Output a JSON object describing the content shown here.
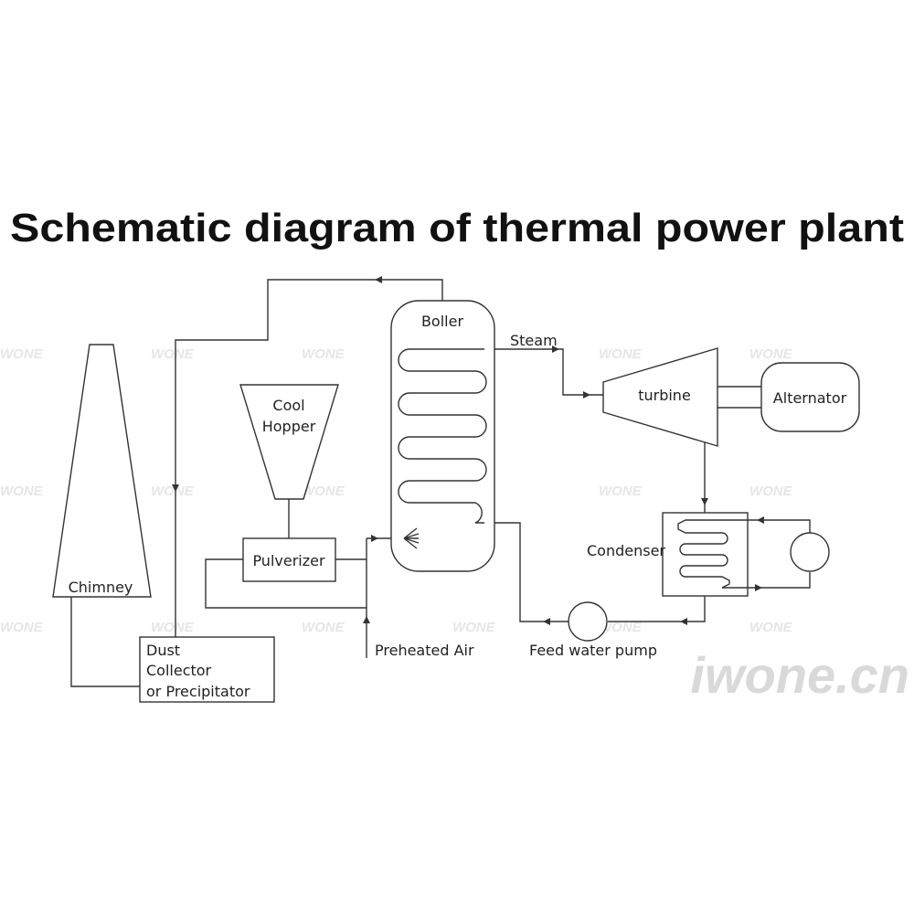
{
  "title": "Schematic diagram of thermal power plant",
  "watermark": "WONE",
  "brand": "iwone.cn",
  "labels": {
    "chimney": "Chimney",
    "hopper_line1": "Cool",
    "hopper_line2": "Hopper",
    "pulverizer": "Pulverizer",
    "boiler": "Boller",
    "steam": "Steam",
    "turbine": "turbine",
    "alternator": "Alternator",
    "condenser": "Condenser",
    "feed_pump": "Feed water pump",
    "preheated_air": "Preheated Air",
    "dust_line1": "Dust",
    "dust_line2": "Collector",
    "dust_line3": "or Precipitator"
  },
  "colors": {
    "line": "#333333",
    "text": "#222222",
    "watermark": "#e6e6e6"
  }
}
